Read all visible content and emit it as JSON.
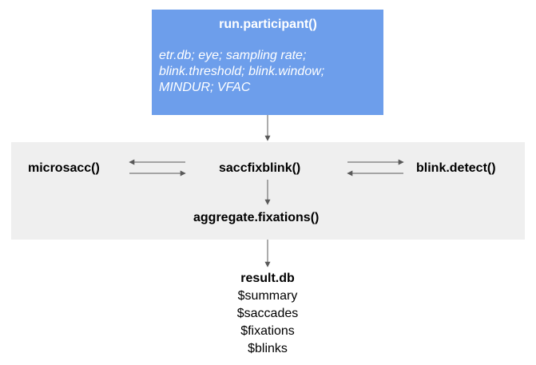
{
  "top_box": {
    "title": "run.participant()",
    "params": [
      "etr.db; eye; sampling rate;",
      "blink.threshold; blink.window;",
      "MINDUR; VFAC"
    ],
    "color": "#6d9eeb"
  },
  "band": {
    "color": "#efefef",
    "nodes": {
      "left": "microsacc()",
      "center": "saccfixblink()",
      "right": "blink.detect()",
      "bottom": "aggregate.fixations()"
    }
  },
  "output": {
    "title": "result.db",
    "items": [
      "$summary",
      "$saccades",
      "$fixations",
      "$blinks"
    ]
  },
  "arrow_color": "#595959"
}
